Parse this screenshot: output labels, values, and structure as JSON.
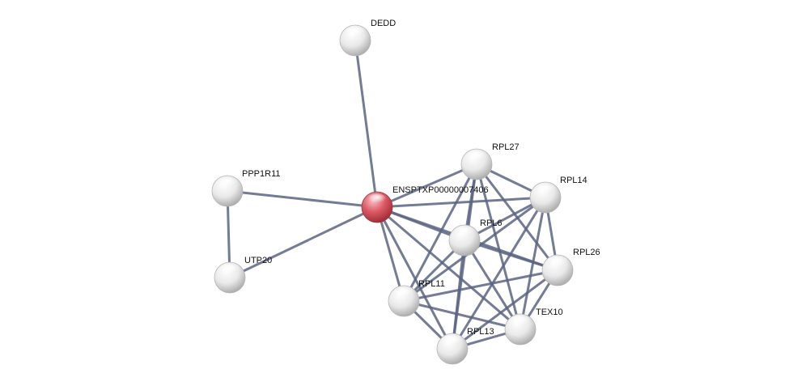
{
  "network": {
    "nodes": [
      {
        "id": "ENSPTXP00000007406",
        "label": "ENSPTXP00000007406",
        "query": true
      },
      {
        "id": "DEDD",
        "label": "DEDD",
        "query": false
      },
      {
        "id": "PPP1R11",
        "label": "PPP1R11",
        "query": false
      },
      {
        "id": "UTP20",
        "label": "UTP20",
        "query": false
      },
      {
        "id": "RPL27",
        "label": "RPL27",
        "query": false
      },
      {
        "id": "RPL14",
        "label": "RPL14",
        "query": false
      },
      {
        "id": "RPL6",
        "label": "RPL6",
        "query": false
      },
      {
        "id": "RPL26",
        "label": "RPL26",
        "query": false
      },
      {
        "id": "RPL11",
        "label": "RPL11",
        "query": false
      },
      {
        "id": "TEX10",
        "label": "TEX10",
        "query": false
      },
      {
        "id": "RPL13",
        "label": "RPL13",
        "query": false
      }
    ],
    "edges": [
      {
        "source": "ENSPTXP00000007406",
        "target": "DEDD"
      },
      {
        "source": "ENSPTXP00000007406",
        "target": "PPP1R11"
      },
      {
        "source": "ENSPTXP00000007406",
        "target": "UTP20"
      },
      {
        "source": "ENSPTXP00000007406",
        "target": "RPL27"
      },
      {
        "source": "ENSPTXP00000007406",
        "target": "RPL14"
      },
      {
        "source": "ENSPTXP00000007406",
        "target": "RPL6"
      },
      {
        "source": "ENSPTXP00000007406",
        "target": "RPL26"
      },
      {
        "source": "ENSPTXP00000007406",
        "target": "RPL11"
      },
      {
        "source": "ENSPTXP00000007406",
        "target": "RPL13"
      },
      {
        "source": "ENSPTXP00000007406",
        "target": "TEX10"
      },
      {
        "source": "PPP1R11",
        "target": "UTP20"
      },
      {
        "source": "RPL27",
        "target": "RPL14"
      },
      {
        "source": "RPL27",
        "target": "RPL6"
      },
      {
        "source": "RPL27",
        "target": "RPL26"
      },
      {
        "source": "RPL27",
        "target": "RPL11"
      },
      {
        "source": "RPL27",
        "target": "RPL13"
      },
      {
        "source": "RPL27",
        "target": "TEX10"
      },
      {
        "source": "RPL14",
        "target": "RPL6"
      },
      {
        "source": "RPL14",
        "target": "RPL26"
      },
      {
        "source": "RPL14",
        "target": "RPL11"
      },
      {
        "source": "RPL14",
        "target": "RPL13"
      },
      {
        "source": "RPL14",
        "target": "TEX10"
      },
      {
        "source": "RPL6",
        "target": "RPL26"
      },
      {
        "source": "RPL6",
        "target": "RPL11"
      },
      {
        "source": "RPL6",
        "target": "RPL13"
      },
      {
        "source": "RPL6",
        "target": "TEX10"
      },
      {
        "source": "RPL26",
        "target": "RPL11"
      },
      {
        "source": "RPL26",
        "target": "RPL13"
      },
      {
        "source": "RPL26",
        "target": "TEX10"
      },
      {
        "source": "RPL11",
        "target": "RPL13"
      },
      {
        "source": "RPL11",
        "target": "TEX10"
      },
      {
        "source": "RPL13",
        "target": "TEX10"
      }
    ],
    "colors": {
      "edge": "#5a6482",
      "node_fill": "#e6e6e6",
      "query_node_fill": "#d9525e"
    }
  }
}
